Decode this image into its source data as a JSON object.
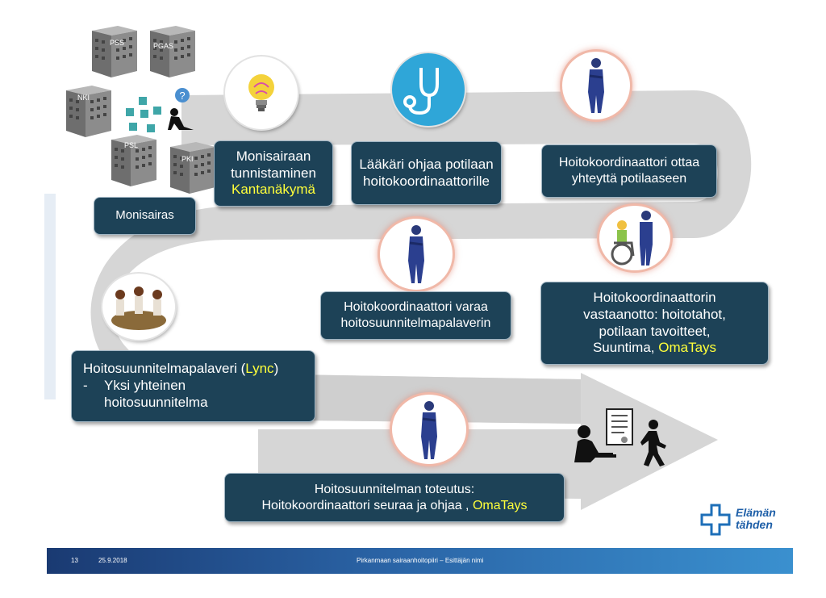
{
  "buildings": {
    "pss": "PSS",
    "pgas": "PGAS",
    "nki": "NKI",
    "psl": "PSL",
    "pki": "PKI"
  },
  "steps": {
    "monisairas": "Monisairas",
    "tunnistaminen": [
      "Monisairaan",
      "tunnistaminen",
      "Kantanäkymä"
    ],
    "laakari": [
      "Lääkäri ohjaa potilaan",
      "hoitokoordinaattorille"
    ],
    "yhteys": [
      "Hoitokoordinaattori ottaa",
      "yhteyttä potilaaseen"
    ],
    "vastaanotto": [
      "Hoitokoordinaattorin",
      "vastaanotto: hoitotahot,",
      "potilaan tavoitteet,",
      "Suuntima, ",
      "OmaTays"
    ],
    "varaa": [
      "Hoitokoordinaattori varaa",
      "hoitosuunnitelmapalaverin"
    ],
    "palaveri": [
      "Hoitosuunnitelmapalaveri (",
      "Lync",
      ")",
      "-",
      "Yksi yhteinen",
      "hoitosuunnitelma"
    ],
    "toteutus": [
      "Hoitosuunnitelman toteutus:",
      "Hoitokoordinaattori seuraa ja ohjaa , ",
      "OmaTays"
    ]
  },
  "brand": {
    "logo_line1": "Elämän",
    "logo_line2": "tähden"
  },
  "footer": {
    "page": "13",
    "date": "25.9.2018",
    "center": "Pirkanmaan sairaanhoitopiiri – Esittäjän nimi"
  },
  "colors": {
    "box": "#1d4257",
    "highlight": "#ffff3a",
    "road": "#d4d4d4",
    "footer_start": "#1a3a72",
    "footer_end": "#3a90cf"
  },
  "icons": [
    "lightbulb-icon",
    "stethoscope-icon",
    "nurse-icon",
    "wheelchair-icon",
    "meeting-icon",
    "document-icon",
    "walking-person-icon",
    "question-mark-icon",
    "sitting-person-icon"
  ]
}
